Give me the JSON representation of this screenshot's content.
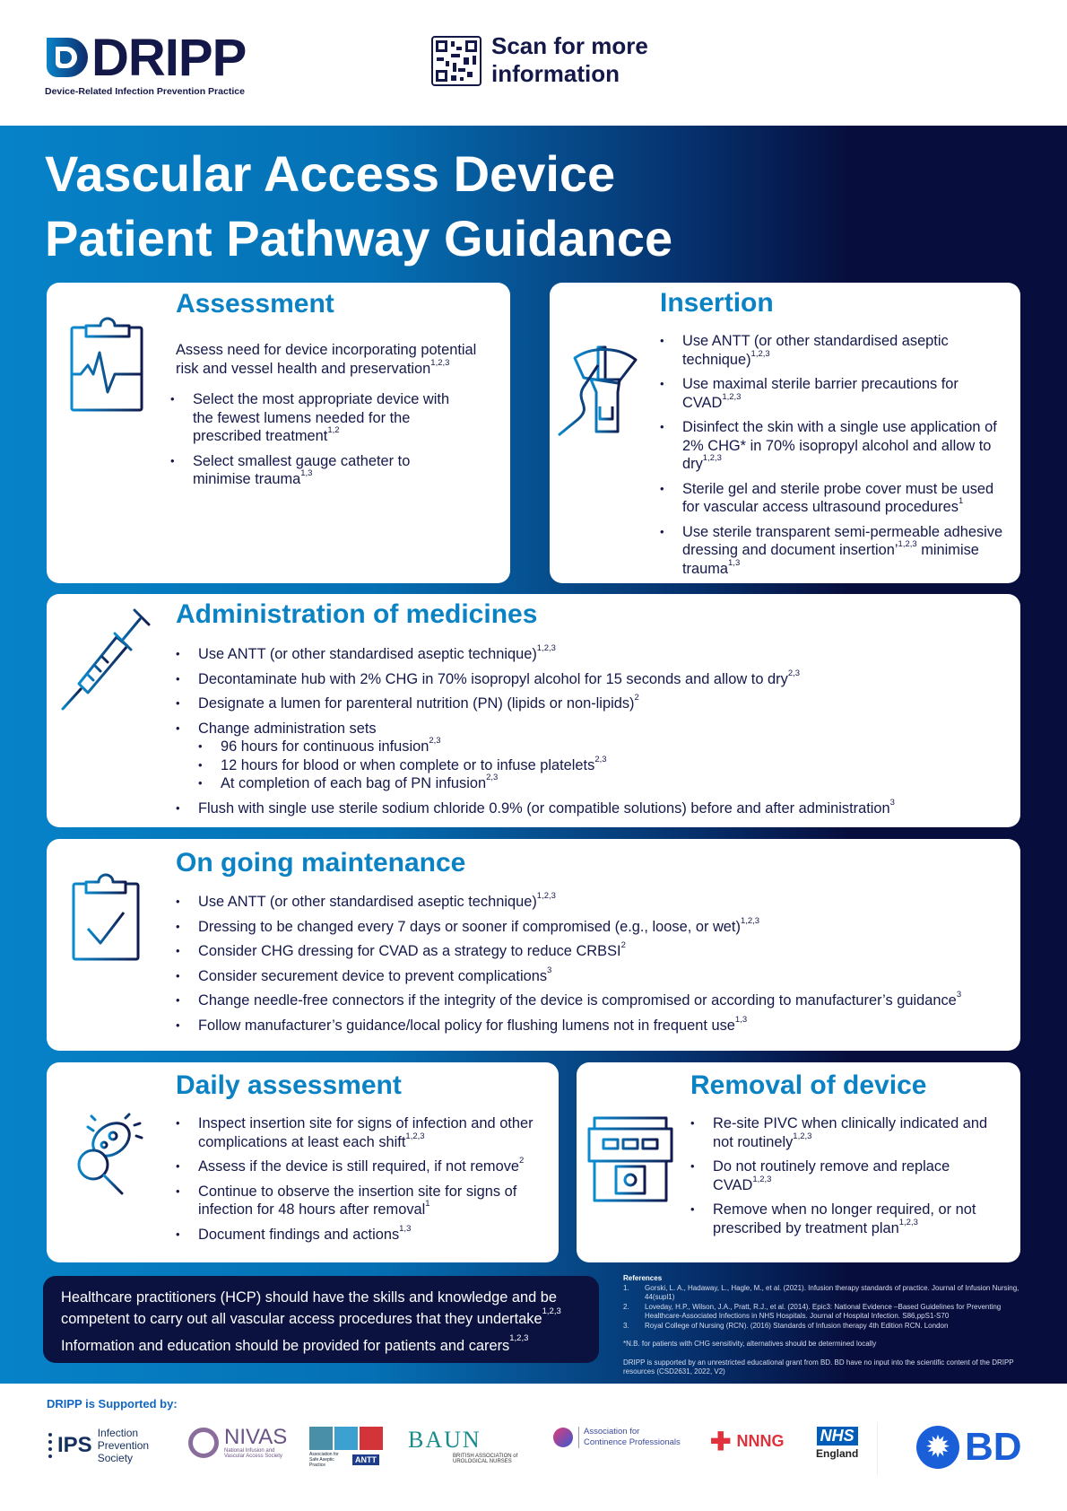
{
  "header": {
    "logo_word": "DRIPP",
    "logo_tagline": "Device-Related Infection Prevention Practice",
    "scan_line1": "Scan for more",
    "scan_line2": "information"
  },
  "title": {
    "line1": "Vascular Access Device",
    "line2": "Patient Pathway Guidance"
  },
  "colors": {
    "heading": "#0a82c4",
    "navy": "#131849",
    "band_start": "#0682c8",
    "band_end": "#070d3c"
  },
  "sections": {
    "assessment": {
      "heading": "Assessment",
      "lead": {
        "text": "Assess need for device incorporating potential risk and vessel health and preservation",
        "sup": "1,2,3"
      },
      "items": [
        {
          "text": "Select the most appropriate device with the fewest lumens needed for the prescribed treatment",
          "sup": "1,2"
        },
        {
          "text": "Select smallest gauge catheter to minimise trauma",
          "sup": "1,3"
        }
      ]
    },
    "insertion": {
      "heading": "Insertion",
      "items": [
        {
          "text": "Use ANTT (or other standardised aseptic technique)",
          "sup": "1,2,3"
        },
        {
          "text": "Use maximal sterile barrier precautions for CVAD",
          "sup": "1,2,3"
        },
        {
          "text": "Disinfect the skin with a single use application of 2% CHG* in 70% isopropyl alcohol and allow to dry",
          "sup": "1,2,3"
        },
        {
          "text": "Sterile gel and sterile probe cover must be used for vascular access ultrasound procedures",
          "sup": "1"
        },
        {
          "text": "Use sterile transparent semi-permeable adhesive dressing and document insertion’",
          "sup": "1,2,3",
          "text2": "minimise trauma",
          "sup2": "1,3"
        }
      ]
    },
    "administration": {
      "heading": "Administration of medicines",
      "items": [
        {
          "text": "Use ANTT (or other standardised aseptic technique)",
          "sup": "1,2,3"
        },
        {
          "text": "Decontaminate hub with 2% CHG in 70% isopropyl alcohol for 15 seconds and allow to dry",
          "sup": "2,3"
        },
        {
          "text": "Designate a lumen for parenteral nutrition (PN) (lipids or non-lipids)",
          "sup": "2"
        },
        {
          "text": "Change administration sets",
          "sup": ""
        },
        {
          "text": "Flush with single use sterile sodium chloride 0.9% (or compatible solutions) before and after administration",
          "sup": "3"
        }
      ],
      "subitems": [
        {
          "text": "96 hours for continuous infusion",
          "sup": "2,3"
        },
        {
          "text": "12 hours for blood or when complete or to infuse platelets",
          "sup": "2,3"
        },
        {
          "text": "At completion of each bag of PN infusion",
          "sup": "2,3"
        }
      ]
    },
    "maintenance": {
      "heading": "On going maintenance",
      "items": [
        {
          "text": "Use ANTT (or other standardised aseptic technique)",
          "sup": "1,2,3"
        },
        {
          "text": "Dressing to be changed every 7 days or sooner if compromised (e.g., loose, or wet)",
          "sup": "1,2,3"
        },
        {
          "text": "Consider CHG dressing for CVAD as a strategy to reduce CRBSI",
          "sup": "2"
        },
        {
          "text": "Consider securement device to prevent complications",
          "sup": "3"
        },
        {
          "text": "Change needle-free connectors if the integrity of the device is compromised or according to manufacturer’s guidance",
          "sup": "3"
        },
        {
          "text": "Follow manufacturer’s guidance/local policy for flushing lumens not in frequent use",
          "sup": "1,3"
        }
      ]
    },
    "daily": {
      "heading": "Daily assessment",
      "items": [
        {
          "text": "Inspect insertion site for signs of infection and other complications at least each shift",
          "sup": "1,2,3"
        },
        {
          "text": "Assess if the device is still required, if not remove",
          "sup": "2"
        },
        {
          "text": "Continue to observe the insertion site for signs of infection for 48 hours after removal",
          "sup": "1"
        },
        {
          "text": "Document findings and actions",
          "sup": "1,3"
        }
      ]
    },
    "removal": {
      "heading": "Removal of device",
      "items": [
        {
          "text": "Re-site PIVC when clinically indicated and not routinely",
          "sup": "1,2,3"
        },
        {
          "text": "Do not routinely remove and replace CVAD",
          "sup": "1,2,3"
        },
        {
          "text": "Remove when no longer required, or not prescribed by treatment plan",
          "sup": "1,2,3"
        }
      ]
    }
  },
  "hcp": {
    "p1": {
      "text": "Healthcare practitioners (HCP) should have the skills and knowledge and be competent to carry out all vascular access procedures that they undertake",
      "sup": "1,2,3"
    },
    "p2": {
      "text": "Information and education should be provided for patients and carers",
      "sup": "1,2,3"
    }
  },
  "references": {
    "heading": "References",
    "items": [
      {
        "n": "1.",
        "text": "Gorski, L. A., Hadaway, L., Hagle, M., et al. (2021). Infusion therapy standards of practice. Journal of Infusion Nursing, 44(supl1)"
      },
      {
        "n": "2.",
        "text": "Loveday, H.P., Wilson, J.A., Pratt, R.J., et al. (2014). Epic3: National Evidence –Based Guidelines for Preventing Healthcare-Associated Infections in NHS Hospitals. Journal of Hospital Infection. S86,ppS1-S70"
      },
      {
        "n": "3.",
        "text": "Royal College of Nursing (RCN). (2016) Standards of Infusion therapy 4th Edition RCN. London"
      }
    ],
    "note": "*N.B. for patients with CHG sensitivity, alternatives should be determined locally",
    "grant": "DRIPP is supported by an unrestricted educational grant from BD. BD have no input into the scientific content of the DRIPP resources (CSD2631, 2022, V2)"
  },
  "footer": {
    "supported_by": "DRIPP is Supported by:",
    "logos": {
      "ips_mark": "IPS",
      "ips_name": "Infection Prevention Society",
      "nivas": "NIVAS",
      "nivas_sub": "National Infusion and Vascular Access Society",
      "antt_sub": "Association for Safe Aseptic Practice",
      "antt": "ANTT",
      "baun": "BAUN",
      "baun_sub": "BRITISH ASSOCIATION of UROLOGICAL NURSES",
      "acp_line1": "Association for",
      "acp_line2": "Continence Professionals",
      "nnng": "NNNG",
      "nhs": "NHS",
      "nhs_sub": "England",
      "bd": "BD"
    }
  }
}
